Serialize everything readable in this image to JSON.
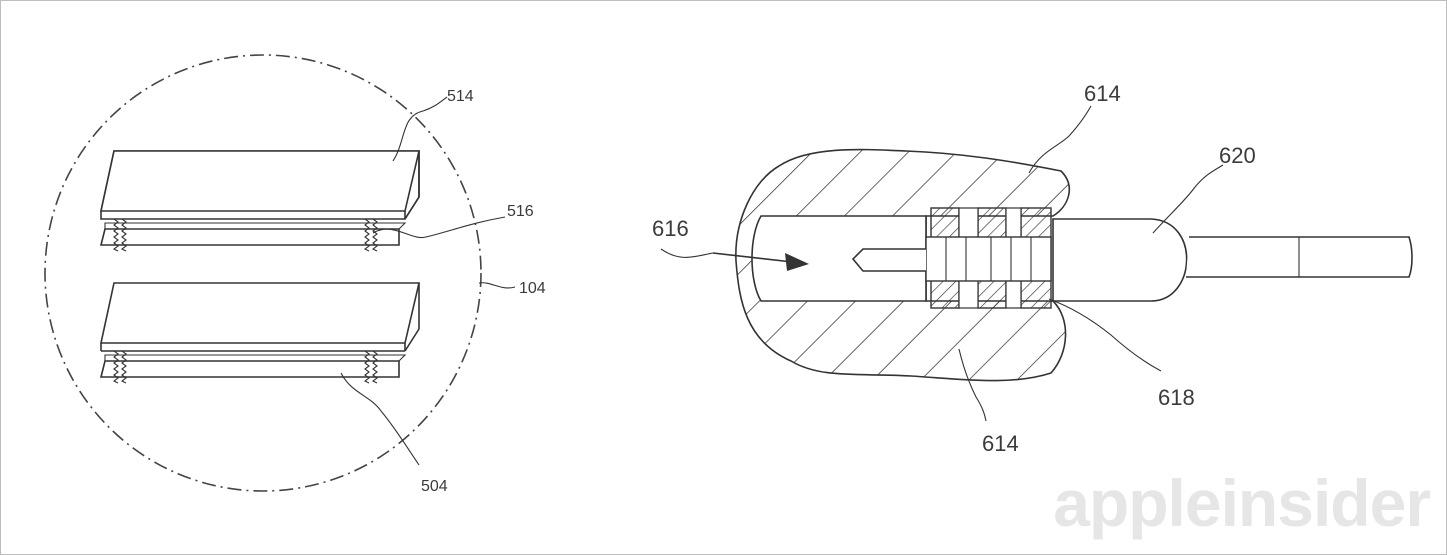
{
  "left_figure": {
    "labels": {
      "top_plate": "514",
      "spring": "516",
      "circle": "104",
      "bottom_plate": "504"
    }
  },
  "right_figure": {
    "labels": {
      "body_top": "614",
      "cable": "620",
      "cavity": "616",
      "contacts": "618",
      "body_bottom": "614"
    }
  },
  "watermark": {
    "text": "appleinsider"
  }
}
